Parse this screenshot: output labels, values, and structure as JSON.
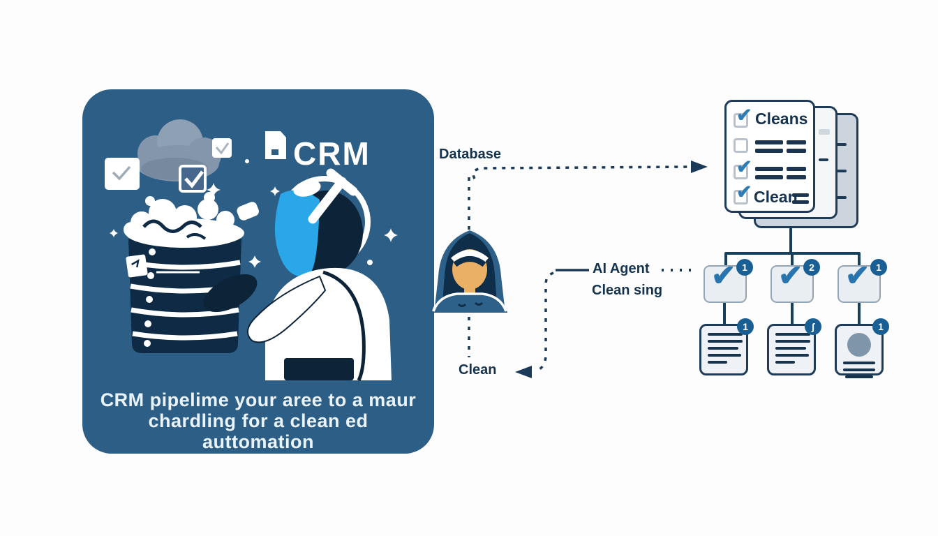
{
  "panel": {
    "crm_label": "CRM",
    "caption": {
      "line1": "CRM pipelime your aree to a maur",
      "line2": "chardling for a clean ed auttomation"
    }
  },
  "flow": {
    "database_label": "Database",
    "ai_agent_label": "AI Agent",
    "cleansing_label": "Clean sing",
    "clean_label": "Clean"
  },
  "checklist_doc": {
    "row1_label": "Cleans",
    "row4_label": "Clean"
  },
  "tree": {
    "check_nodes": [
      {
        "badge": "1"
      },
      {
        "badge": "2"
      },
      {
        "badge": "1"
      }
    ],
    "doc_nodes": [
      {
        "badge": "1"
      },
      {
        "badge": "ʃ"
      },
      {
        "badge": "1"
      }
    ]
  },
  "icons": {
    "check": "✔"
  },
  "colors": {
    "panel_blue": "#2d5e86",
    "illustration_navy": "#0e2a44",
    "connector_navy": "#1b3a57",
    "visor_blue": "#2aa7e8",
    "check_blue": "#2d7cb3",
    "badge_blue": "#1a5f93"
  }
}
